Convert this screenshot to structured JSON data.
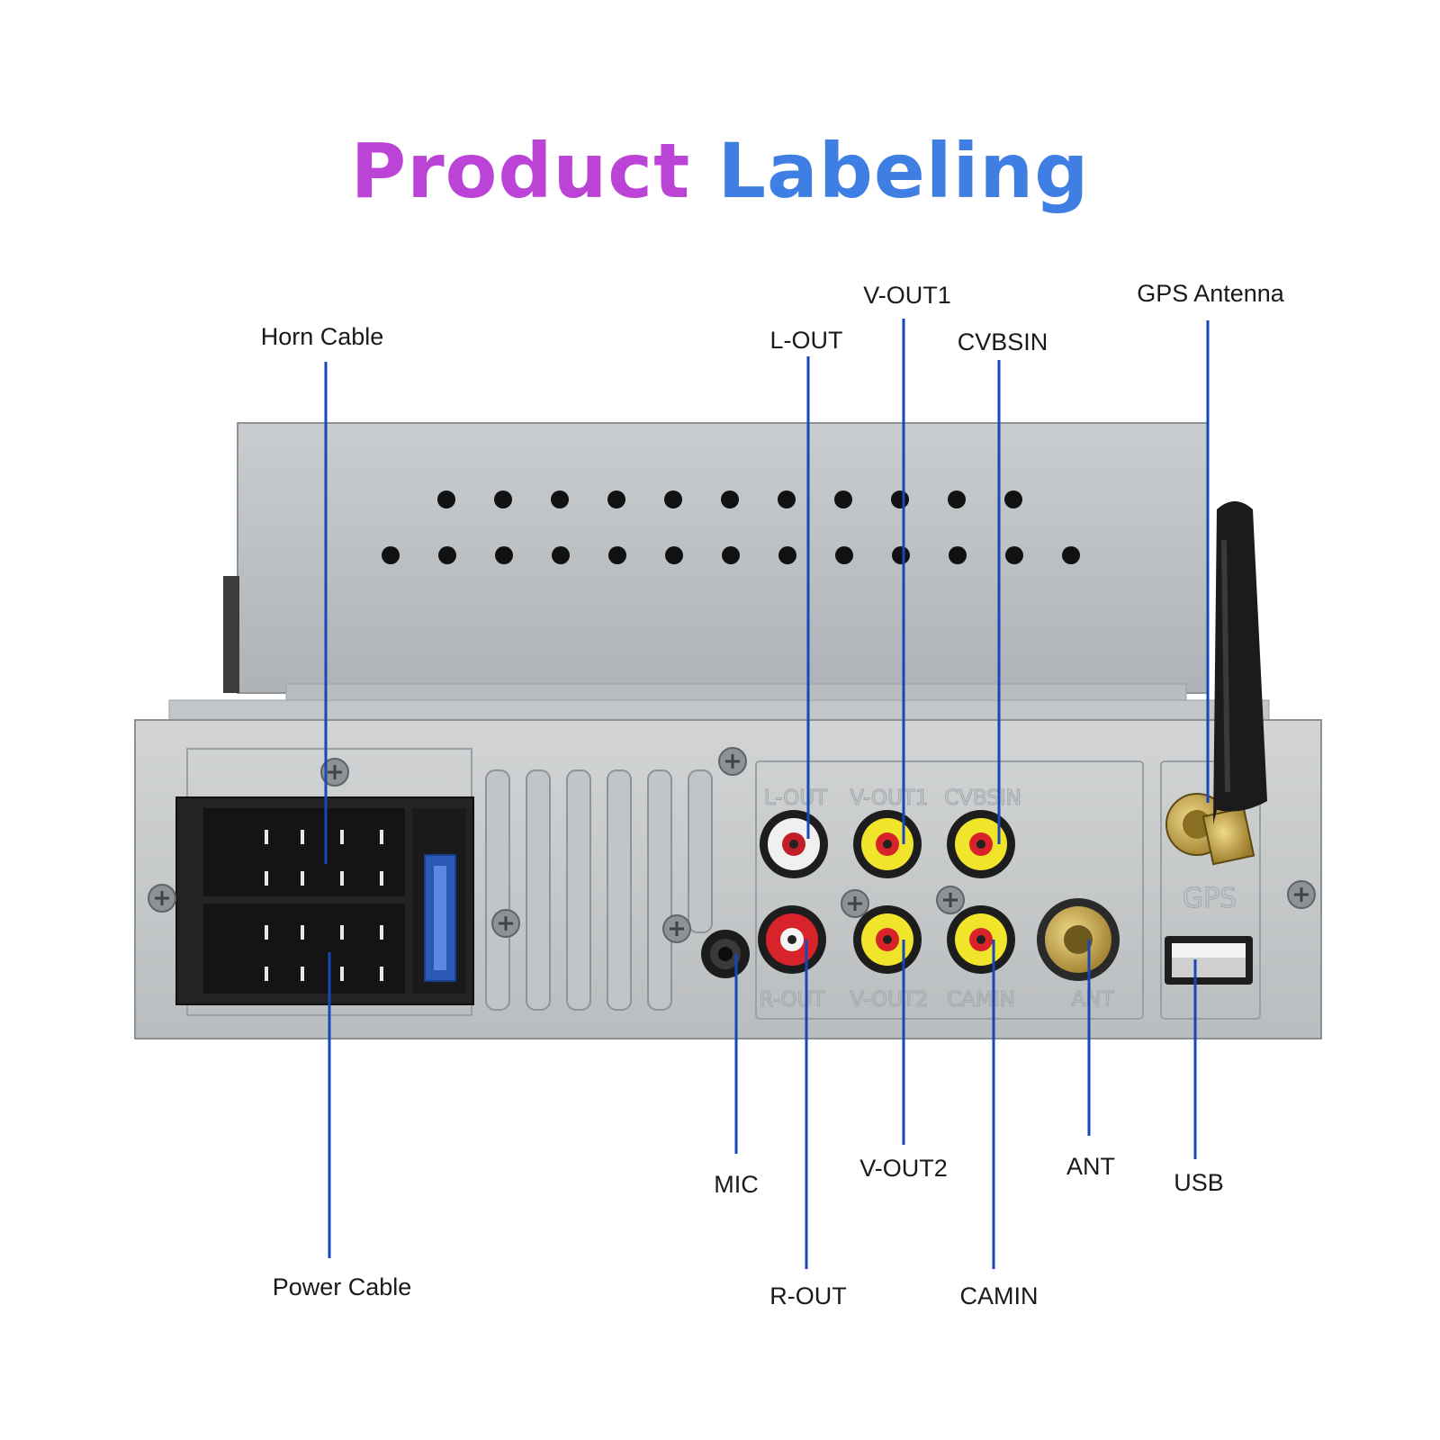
{
  "title": {
    "word1": "Product",
    "word2": "Labeling"
  },
  "colors": {
    "title_left": "#bb44d6",
    "title_right": "#3f7fe4",
    "leader_line": "#1747b8",
    "rca_white": "#f0f0f0",
    "rca_red": "#d8232a",
    "rca_yellow": "#f1e52c"
  },
  "callouts": {
    "horn_cable": "Horn Cable",
    "power_cable": "Power Cable",
    "l_out": "L-OUT",
    "v_out1": "V-OUT1",
    "cvbsin": "CVBSIN",
    "gps_antenna": "GPS Antenna",
    "mic": "MIC",
    "r_out": "R-OUT",
    "v_out2": "V-OUT2",
    "camin": "CAMIN",
    "ant": "ANT",
    "usb": "USB"
  },
  "panel_printing": {
    "l_out": "L-OUT",
    "v_out1": "V-OUT1",
    "cvbsin": "CVBSIN",
    "r_out": "R-OUT",
    "v_out2": "V-OUT2",
    "camin": "CAMIN",
    "ant": "ANT",
    "gps": "GPS"
  }
}
